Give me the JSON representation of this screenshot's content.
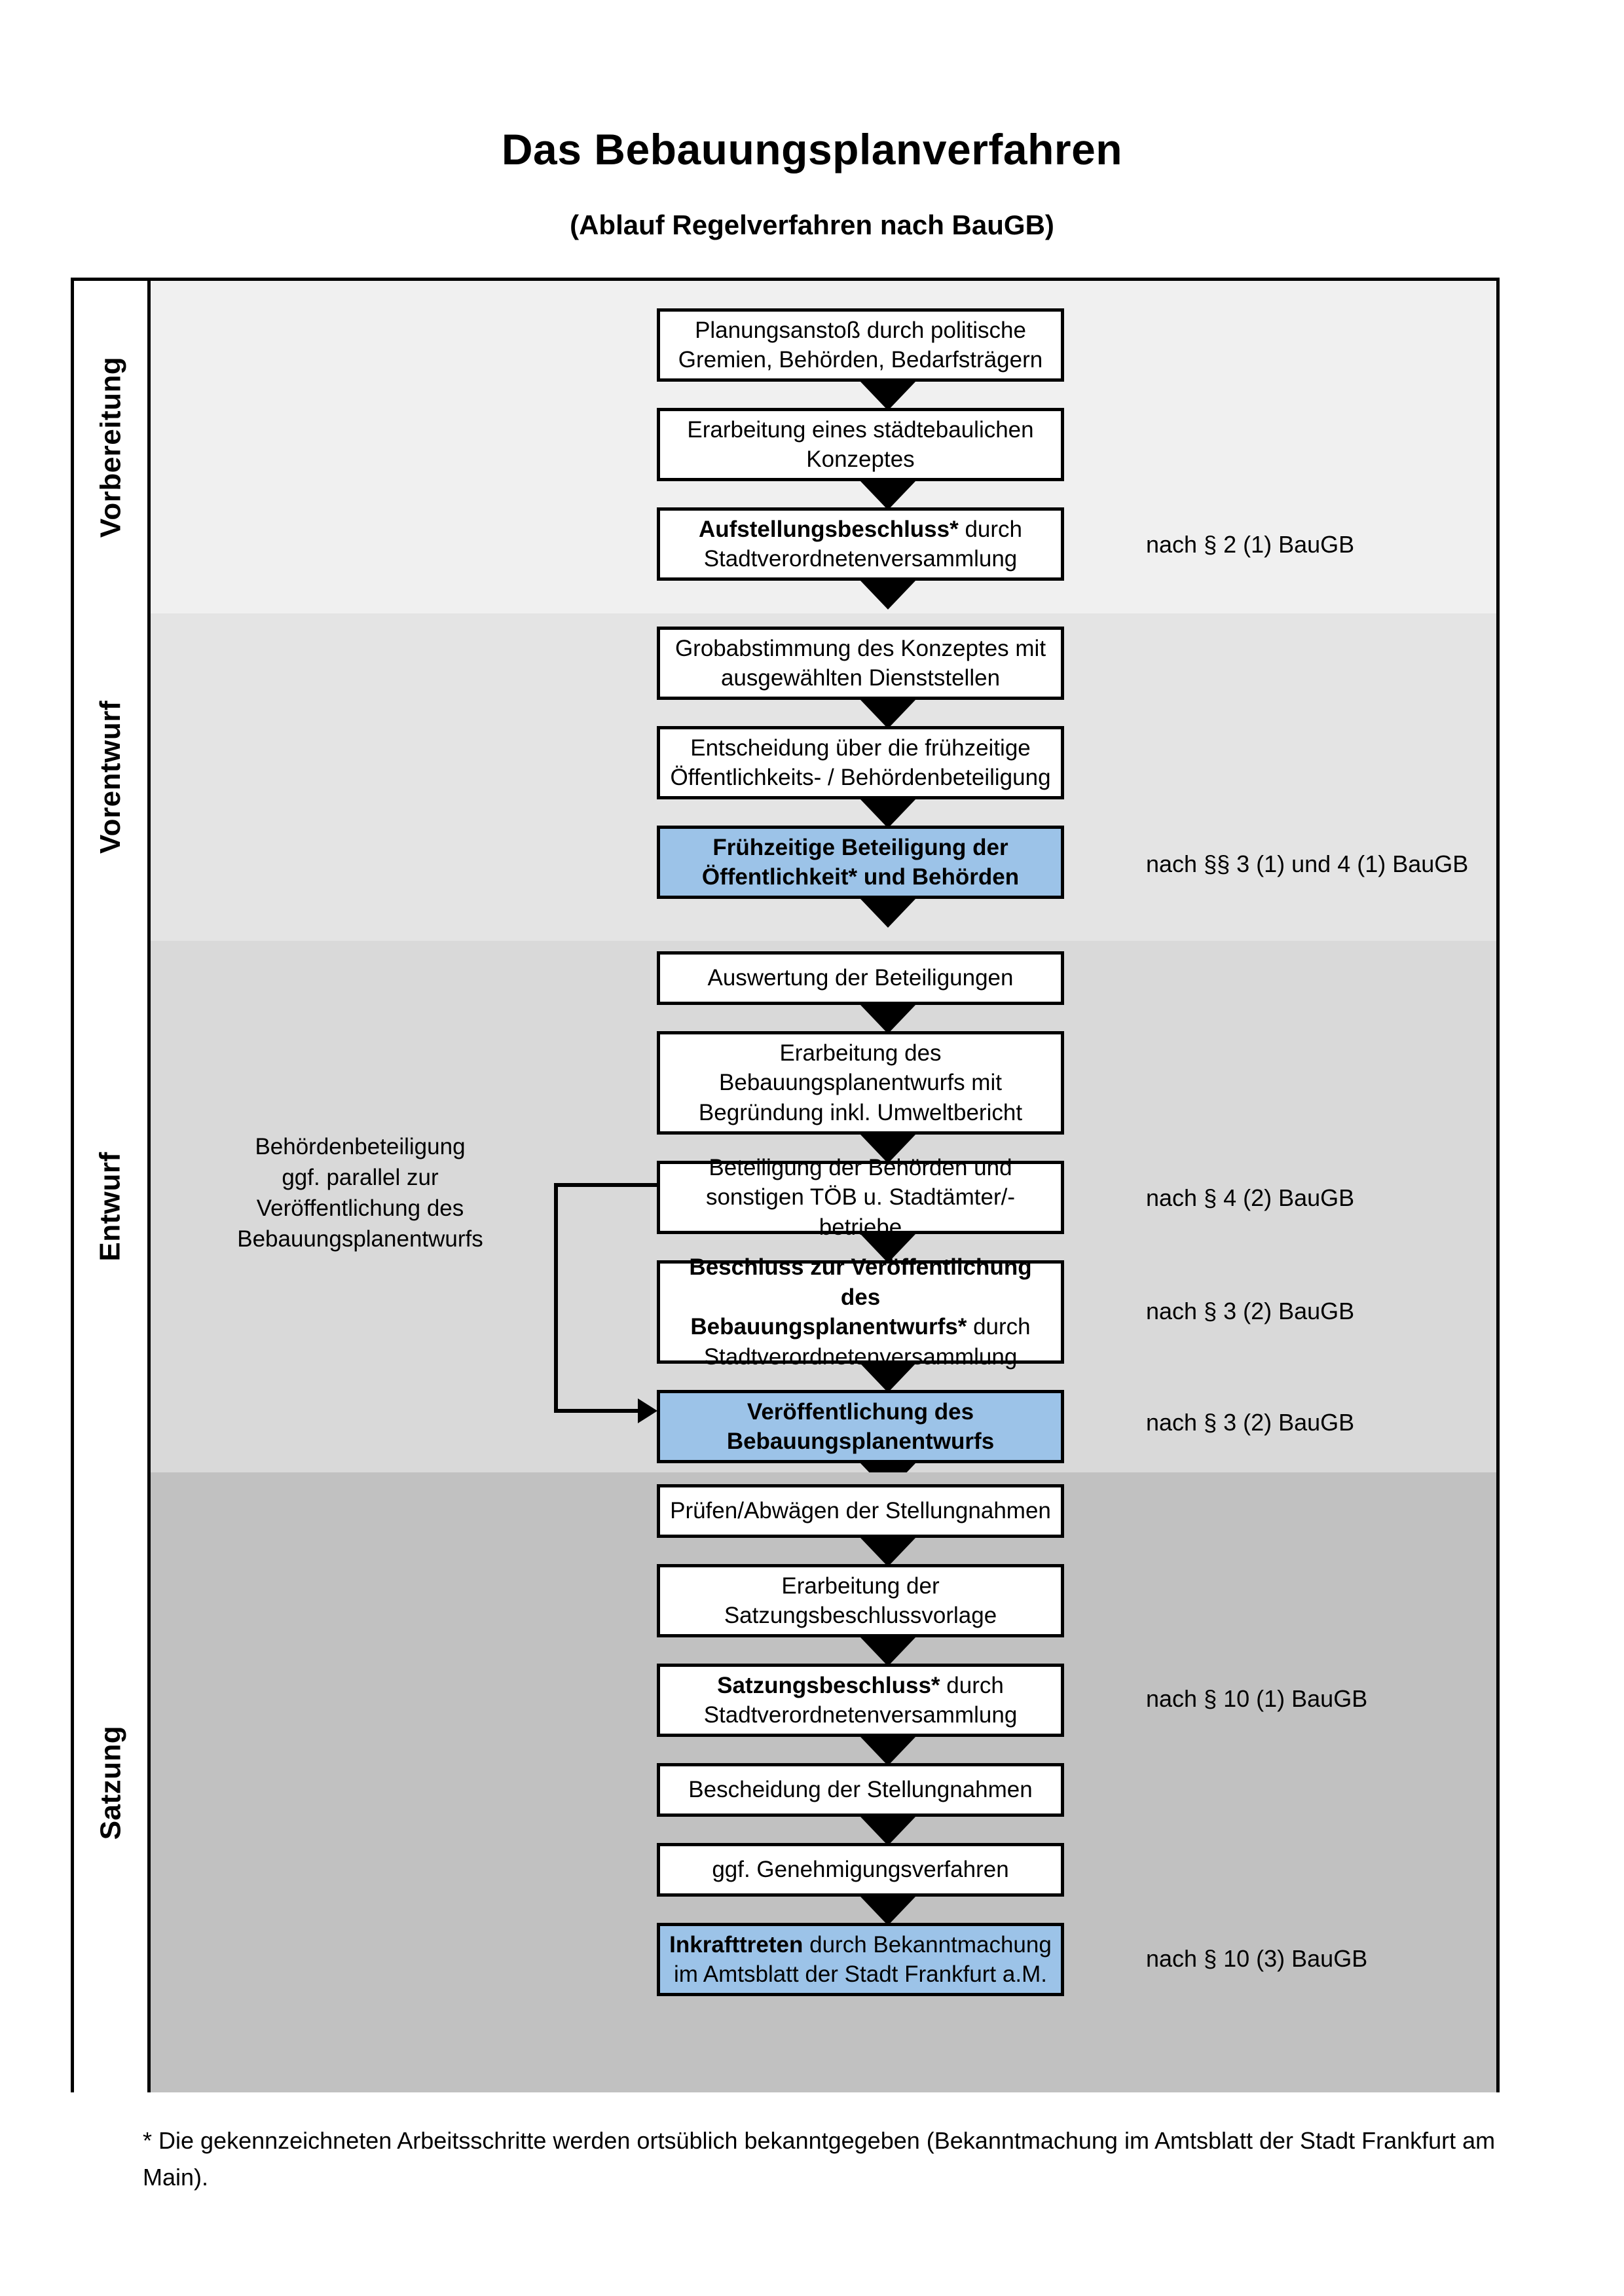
{
  "document": {
    "title": "Das Bebauungsplanverfahren",
    "subtitle": "(Ablauf Regelverfahren nach BauGB)",
    "footnote": "* Die gekennzeichneten Arbeitsschritte werden ortsüblich bekanntgegeben (Bekanntmachung im Amtsblatt  der Stadt Frankfurt am Main)."
  },
  "colors": {
    "highlight_blue": "#9cc3e8",
    "phase_vorbereitung_bg": "#f0f0f0",
    "phase_vorentwurf_bg": "#e4e4e4",
    "phase_entwurf_bg": "#d9d9d9",
    "phase_satzung_bg": "#c1c1c1",
    "border": "#000000"
  },
  "phases": [
    {
      "id": "vorbereitung",
      "label": "Vorbereitung"
    },
    {
      "id": "vorentwurf",
      "label": "Vorentwurf"
    },
    {
      "id": "entwurf",
      "label": "Entwurf"
    },
    {
      "id": "satzung",
      "label": "Satzung"
    }
  ],
  "side_note": {
    "text": "Behördenbeteiligung ggf. parallel zur Veröffentlichung des Bebauungsplanentwurfs",
    "lines": [
      "Behördenbeteiligung",
      "ggf. parallel zur",
      "Veröffentlichung des",
      "Bebauungsplanentwurfs"
    ]
  },
  "steps": [
    {
      "id": "planungsanstoss",
      "phase": "vorbereitung",
      "highlight": false,
      "lines": [
        {
          "text": "Planungsanstoß durch politische",
          "bold": false
        },
        {
          "text": "Gremien, Behörden, Bedarfsträgern",
          "bold": false
        }
      ]
    },
    {
      "id": "staedtebauliches-konzept",
      "phase": "vorbereitung",
      "highlight": false,
      "lines": [
        {
          "text": "Erarbeitung eines städtebaulichen",
          "bold": false
        },
        {
          "text": "Konzeptes",
          "bold": false
        }
      ]
    },
    {
      "id": "aufstellungsbeschluss",
      "phase": "vorbereitung",
      "highlight": false,
      "lines": [
        {
          "text": "Aufstellungsbeschluss*",
          "bold": true,
          "suffix": " durch"
        },
        {
          "text": "Stadtverordnetenversammlung",
          "bold": false
        }
      ]
    },
    {
      "id": "grobabstimmung",
      "phase": "vorentwurf",
      "highlight": false,
      "lines": [
        {
          "text": "Grobabstimmung des Konzeptes mit",
          "bold": false
        },
        {
          "text": "ausgewählten Dienststellen",
          "bold": false
        }
      ]
    },
    {
      "id": "entscheidung-fruehzeitige-beteiligung",
      "phase": "vorentwurf",
      "highlight": false,
      "lines": [
        {
          "text": "Entscheidung über die frühzeitige",
          "bold": false
        },
        {
          "text": "Öffentlichkeits- / Behördenbeteiligung",
          "bold": false
        }
      ]
    },
    {
      "id": "fruehzeitige-beteiligung",
      "phase": "vorentwurf",
      "highlight": true,
      "lines": [
        {
          "text": "Frühzeitige Beteiligung der",
          "bold": true
        },
        {
          "text": "Öffentlichkeit* und Behörden",
          "bold": true
        }
      ]
    },
    {
      "id": "auswertung-beteiligungen",
      "phase": "entwurf",
      "highlight": false,
      "lines": [
        {
          "text": "Auswertung der Beteiligungen",
          "bold": false
        }
      ]
    },
    {
      "id": "erarbeitung-bebauungsplanentwurf",
      "phase": "entwurf",
      "highlight": false,
      "lines": [
        {
          "text": "Erarbeitung des",
          "bold": false
        },
        {
          "text": "Bebauungsplanentwurfs mit",
          "bold": false
        },
        {
          "text": "Begründung inkl. Umweltbericht",
          "bold": false
        }
      ]
    },
    {
      "id": "beteiligung-behoerden-toeb",
      "phase": "entwurf",
      "highlight": false,
      "lines": [
        {
          "text": "Beteiligung der Behörden und",
          "bold": false
        },
        {
          "text": "sonstigen TÖB u. Stadtämter/-betriebe",
          "bold": false
        }
      ]
    },
    {
      "id": "beschluss-veroeffentlichung",
      "phase": "entwurf",
      "highlight": false,
      "lines": [
        {
          "text": "Beschluss zur Veröffentlichung des",
          "bold": true
        },
        {
          "text": "Bebauungsplanentwurfs*",
          "bold": true,
          "suffix": " durch"
        },
        {
          "text": "Stadtverordnetenversammlung",
          "bold": false
        }
      ]
    },
    {
      "id": "veroeffentlichung-bebauungsplanentwurf",
      "phase": "entwurf",
      "highlight": true,
      "lines": [
        {
          "text": "Veröffentlichung des",
          "bold": true
        },
        {
          "text": "Bebauungsplanentwurfs",
          "bold": true
        }
      ]
    },
    {
      "id": "pruefen-abwaegen",
      "phase": "satzung",
      "highlight": false,
      "lines": [
        {
          "text": "Prüfen/Abwägen der Stellungnahmen",
          "bold": false
        }
      ]
    },
    {
      "id": "erarbeitung-satzungsbeschlussvorlage",
      "phase": "satzung",
      "highlight": false,
      "lines": [
        {
          "text": "Erarbeitung der",
          "bold": false
        },
        {
          "text": "Satzungsbeschlussvorlage",
          "bold": false
        }
      ]
    },
    {
      "id": "satzungsbeschluss",
      "phase": "satzung",
      "highlight": false,
      "lines": [
        {
          "text": "Satzungsbeschluss*",
          "bold": true,
          "suffix": " durch"
        },
        {
          "text": "Stadtverordnetenversammlung",
          "bold": false
        }
      ]
    },
    {
      "id": "bescheidung-stellungnahmen",
      "phase": "satzung",
      "highlight": false,
      "lines": [
        {
          "text": "Bescheidung der Stellungnahmen",
          "bold": false
        }
      ]
    },
    {
      "id": "genehmigungsverfahren",
      "phase": "satzung",
      "highlight": false,
      "lines": [
        {
          "text": "ggf. Genehmigungsverfahren",
          "bold": false
        }
      ]
    },
    {
      "id": "inkrafttreten",
      "phase": "satzung",
      "highlight": true,
      "lines": [
        {
          "text": "Inkrafttreten",
          "bold": true,
          "suffix": " durch Bekanntmachung"
        },
        {
          "text": "im Amtsblatt der Stadt Frankfurt a.M.",
          "bold": true
        }
      ]
    }
  ],
  "law_references": [
    {
      "id": "ref-par2-1",
      "text": "nach § 2 (1) BauGB"
    },
    {
      "id": "ref-par3-4-1",
      "text": "nach §§ 3 (1) und 4 (1) BauGB"
    },
    {
      "id": "ref-par4-2",
      "text": "nach § 4 (2) BauGB"
    },
    {
      "id": "ref-par3-2-a",
      "text": "nach § 3 (2) BauGB"
    },
    {
      "id": "ref-par3-2-b",
      "text": "nach § 3 (2) BauGB"
    },
    {
      "id": "ref-par10-1",
      "text": "nach § 10 (1) BauGB"
    },
    {
      "id": "ref-par10-3",
      "text": "nach § 10 (3) BauGB"
    }
  ]
}
